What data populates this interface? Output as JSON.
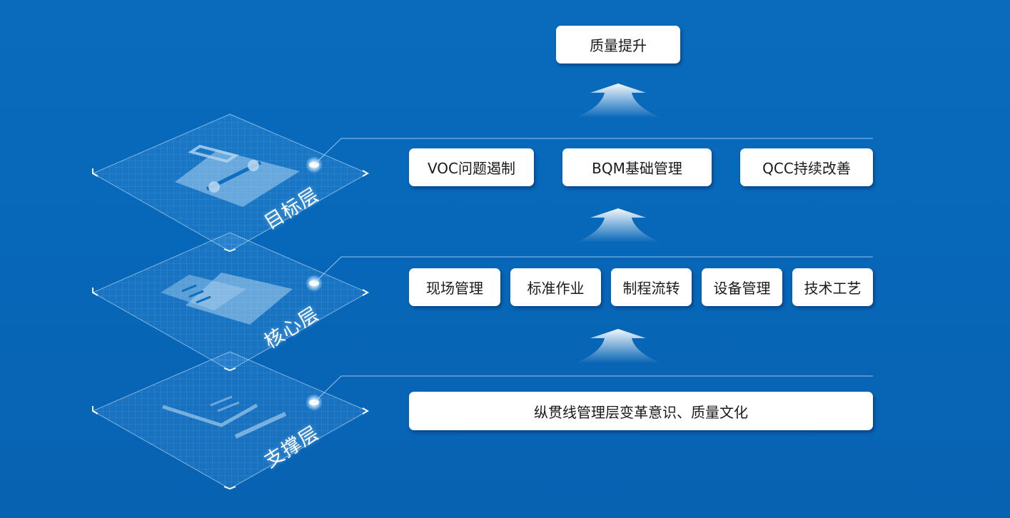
{
  "goal": {
    "label": "质量提升"
  },
  "layers": [
    {
      "name": "目标层",
      "icon": "briefcase-icon",
      "items": [
        "VOC问题遏制",
        "BQM基础管理",
        "QCC持续改善"
      ]
    },
    {
      "name": "核心层",
      "icon": "document-panel-icon",
      "items": [
        "现场管理",
        "标准作业",
        "制程流转",
        "设备管理",
        "技术工艺"
      ]
    },
    {
      "name": "支撑层",
      "icon": "blueprint-icon",
      "items": [
        "纵贯线管理层变革意识、质量文化"
      ]
    }
  ],
  "colors": {
    "background": "#0767b8",
    "box": "#ffffff",
    "text": "#1a1a1a",
    "layer_text": "#ffffff"
  }
}
